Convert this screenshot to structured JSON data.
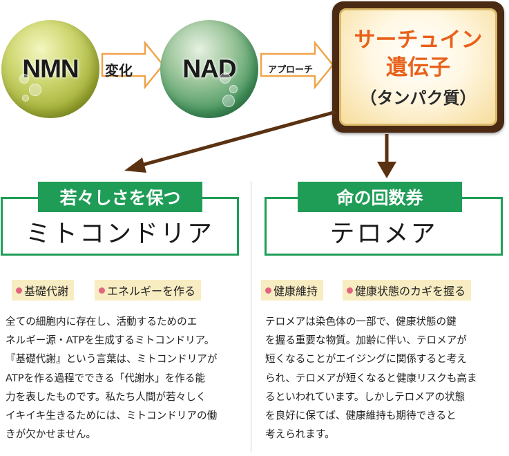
{
  "flow": {
    "nmn": "NMN",
    "arrow1_label": "変化",
    "nad": "NAD",
    "arrow2_label": "アプローチ",
    "sirtuin_title_line1": "サーチュイン",
    "sirtuin_title_line2": "遺伝子",
    "sirtuin_subtitle": "（タンパク質）"
  },
  "left": {
    "tab": "若々しさを保つ",
    "title": "ミトコンドリア",
    "tags": [
      "基礎代謝",
      "エネルギーを作る"
    ],
    "body_lines": [
      "全ての細胞内に存在し、活動するためのエ",
      "ネルギー源・ATPを生成するミトコンドリア。",
      "『基礎代謝』という言葉は、ミトコンドリアが",
      "ATPを作る過程でできる「代謝水」を作る能",
      "力を表したものです。私たち人間が若々しく",
      "イキイキ生きるためには、ミトコンドリアの働",
      "きが欠かせません。"
    ]
  },
  "right": {
    "tab": "命の回数券",
    "title": "テロメア",
    "tags": [
      "健康維持",
      "健康状態のカギを握る"
    ],
    "body_lines": [
      "テロメアは染色体の一部で、健康状態の鍵",
      "を握る重要な物質。加齢に伴い、テロメアが",
      "短くなることがエイジングに関係すると考え",
      "られ、テロメアが短くなると健康リスクも高ま",
      "るといわれています。しかしテロメアの状態",
      "を良好に保てば、健康維持も期待できると",
      "考えられます。"
    ]
  },
  "colors": {
    "green": "#1f9d57",
    "orange": "#e8611a",
    "brown": "#5a3212",
    "tag_bg": "#f8edc2",
    "dot": "#e2657e"
  }
}
